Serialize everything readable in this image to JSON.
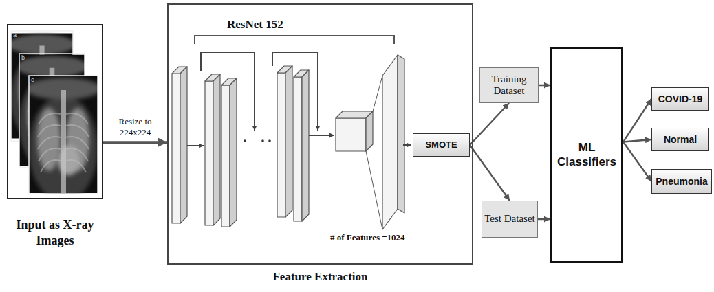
{
  "diagram": {
    "nodes": [
      {
        "text": [
          "Input as X-ray Images"
        ]
      },
      {
        "text": [
          "Feature Extraction"
        ]
      },
      {
        "text": [
          "SMOTE"
        ],
        "in": 1
      },
      {
        "text": [
          "Training Dataset"
        ]
      },
      {
        "text": [
          "Test Dataset"
        ]
      },
      {
        "text": [
          "ML Classifiers"
        ]
      },
      {
        "text": [
          "COVID-19"
        ]
      },
      {
        "text": [
          "Normal"
        ]
      },
      {
        "text": [
          "Pneumonia"
        ]
      }
    ],
    "edges": [
      {
        "from": 0,
        "to": 1,
        "arrow": "to",
        "label": "Resize to 224x224"
      },
      {
        "from": 2,
        "to": 3,
        "arrow": "to"
      },
      {
        "from": 2,
        "to": 4,
        "arrow": "to"
      },
      {
        "from": 3,
        "to": 5,
        "arrow": "to"
      },
      {
        "from": 4,
        "to": 5,
        "arrow": "to"
      },
      {
        "from": 5,
        "to": 6,
        "arrow": "to"
      },
      {
        "from": 5,
        "to": 7,
        "arrow": "to"
      },
      {
        "from": 5,
        "to": 8,
        "arrow": "to"
      }
    ],
    "labels": [
      "a",
      "b",
      "c",
      "ResNet 152",
      "# of Features =1024"
    ]
  }
}
